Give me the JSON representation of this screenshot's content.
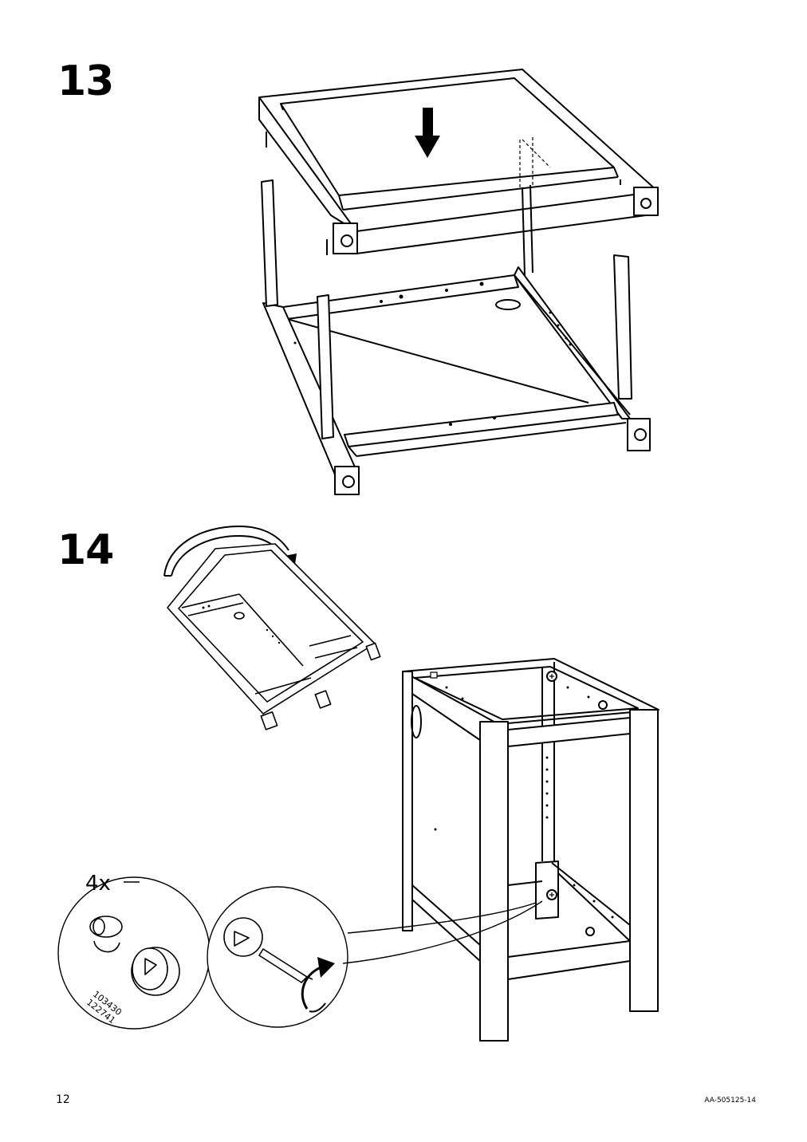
{
  "steps": [
    {
      "number": "13"
    },
    {
      "number": "14"
    }
  ],
  "detail": {
    "quantity": "4x",
    "part_numbers": [
      "103430",
      "122741"
    ]
  },
  "footer": {
    "page_number": "12",
    "document_code": "AA-505125-14"
  },
  "icons": [
    "down-arrow-icon",
    "rotate-arrow-icon",
    "screwdriver-icon",
    "cam-lock-icon"
  ]
}
